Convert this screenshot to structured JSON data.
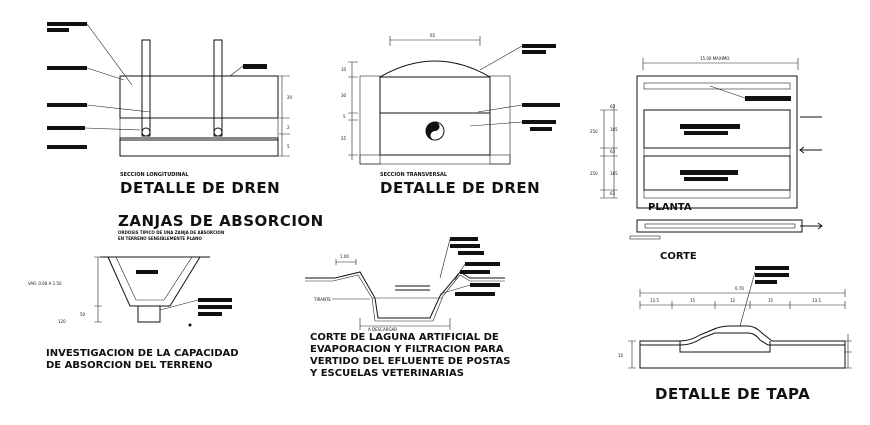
{
  "panels": {
    "dren_longitudinal": {
      "title": "DETALLE DE DREN",
      "subtitle": "SECCION LONGITUDINAL",
      "dims": [
        "20",
        "2",
        "5"
      ]
    },
    "dren_transversal": {
      "title": "DETALLE DE DREN",
      "subtitle": "SECCION TRANSVERSAL",
      "dims": [
        "65",
        "10",
        "30",
        "5",
        "25"
      ]
    },
    "planta": {
      "top_dim": "15.00 MAXIMO",
      "dims_inner": [
        "63",
        "165",
        "63",
        "165",
        "63"
      ],
      "dims_outer": [
        "250",
        "250"
      ],
      "label_planta": "PLANTA",
      "label_corte": "CORTE"
    },
    "zanjas": {
      "title": "ZANJAS DE ABSORCION",
      "subtitle_line1": "ORDOSIS TIPICO DE UNA ZANJA DE ABSORCION",
      "subtitle_line2": "EN TERRENO SENSIBLEMENTE PLANO"
    },
    "investigacion": {
      "var_label": "VAR. 0.60 A 1.50",
      "dims": [
        "50",
        "120"
      ],
      "caption_line1": "INVESTIGACION DE LA CAPACIDAD",
      "caption_line2": "DE ABSORCION DEL TERRENO"
    },
    "laguna": {
      "dim_top": "1.00",
      "tirante": "TIRANTE",
      "descargar": "A DESCARGAR",
      "caption_line1": "CORTE DE LAGUNA ARTIFICIAL DE",
      "caption_line2": "EVAPORACION Y FILTRACION PARA",
      "caption_line3": "VERTIDO DEL EFLUENTE DE POSTAS",
      "caption_line4": "Y ESCUELAS VETERINARIAS"
    },
    "tapa": {
      "title": "DETALLE DE TAPA",
      "top_dim": "0.70",
      "dims": [
        "13.5",
        "15",
        "12",
        "15",
        "13.5"
      ],
      "left_dim": "10"
    }
  },
  "colors": {
    "line": "#111111",
    "background": "#ffffff",
    "hatch": "#222222"
  }
}
